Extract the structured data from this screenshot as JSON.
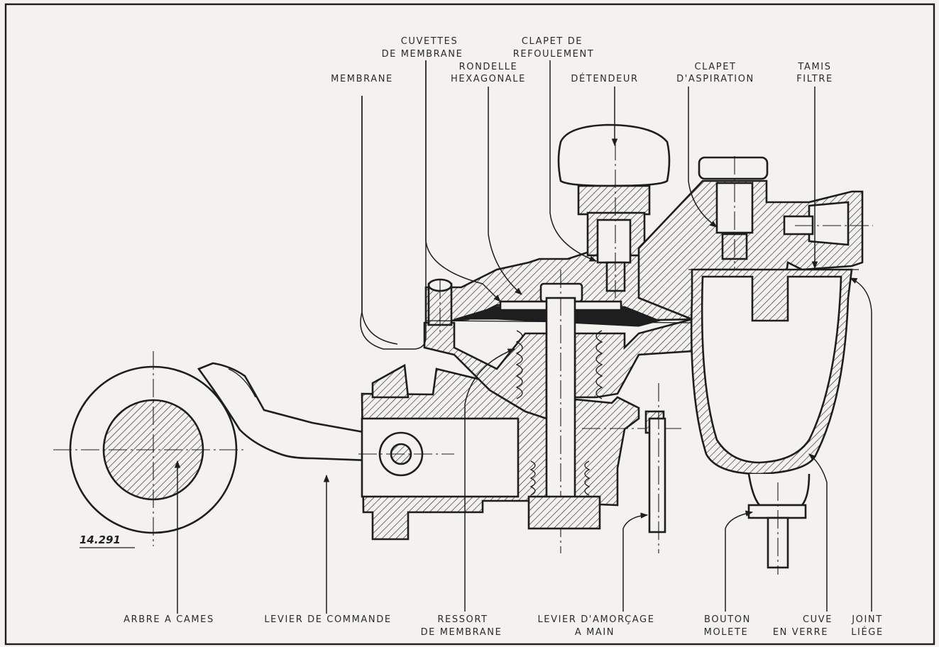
{
  "figure_ref": "14.291",
  "labels": {
    "cuvettes_1": "CUVETTES",
    "cuvettes_2": "DE MEMBRANE",
    "clapet_ref_1": "CLAPET DE",
    "clapet_ref_2": "REFOULEMENT",
    "membrane": "MEMBRANE",
    "rondelle_1": "RONDELLE",
    "rondelle_2": "HEXAGONALE",
    "detendeur": "DÉTENDEUR",
    "clapet_asp_1": "CLAPET",
    "clapet_asp_2": "D'ASPIRATION",
    "tamis_1": "TAMIS",
    "tamis_2": "FILTRE",
    "arbre": "ARBRE A CAMES",
    "levier_cmd": "LEVIER DE COMMANDE",
    "ressort_1": "RESSORT",
    "ressort_2": "DE MEMBRANE",
    "levier_amorc_1": "LEVIER D'AMORÇAGE",
    "levier_amorc_2": "A MAIN",
    "bouton_1": "BOUTON",
    "bouton_2": "MOLETE",
    "cuve_1": "CUVE",
    "cuve_2": "EN VERRE",
    "joint_1": "JOINT",
    "joint_2": "LIÉGE"
  },
  "colors": {
    "paper": "#f3f2ee",
    "ink": "#1e1e1e"
  }
}
